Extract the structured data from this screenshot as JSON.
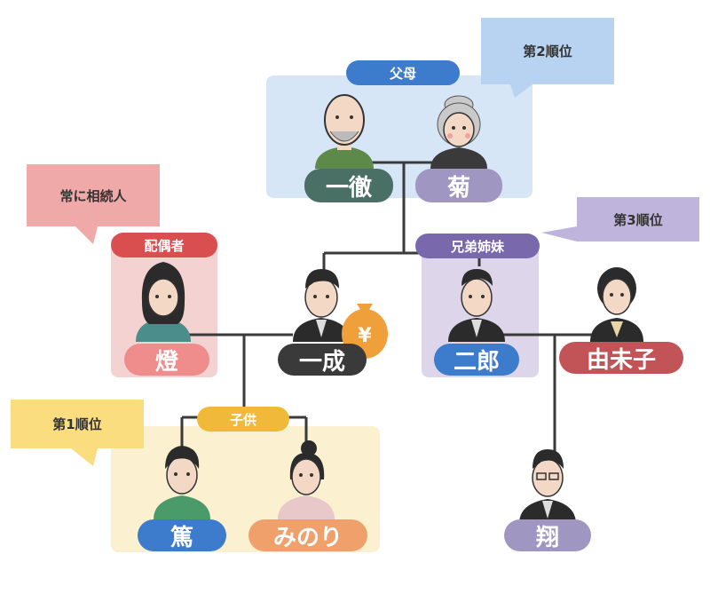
{
  "callouts": {
    "rank2": "第2順位",
    "always_heir": "常に相続人",
    "rank3": "第3順位",
    "rank1": "第1順位"
  },
  "groups": {
    "parents": "父母",
    "spouse": "配偶者",
    "siblings": "兄弟姉妹",
    "children": "子供"
  },
  "people": {
    "father": "一徹",
    "mother": "菊",
    "spouse": "燈",
    "deceased": "一成",
    "brother": "二郎",
    "brother_wife": "由未子",
    "child1": "篤",
    "child2": "みのり",
    "nephew": "翔"
  },
  "icons": {
    "estate": "money-bag-icon",
    "yen_symbol": "¥"
  },
  "colors": {
    "parents_bg": "#d6e6f7",
    "parents_pill": "#3d7bcc",
    "spouse_bg": "#f4d2d2",
    "spouse_pill": "#d94f4f",
    "siblings_bg": "#ddd6ea",
    "siblings_pill": "#7a68ad",
    "children_bg": "#fbf0cf",
    "children_pill": "#f0b93a",
    "callout_blue": "#b7d3f1",
    "callout_red": "#f0a9a9",
    "callout_purple": "#bfb5dc",
    "callout_yellow": "#f9dd7e",
    "money": "#f0a03a"
  }
}
